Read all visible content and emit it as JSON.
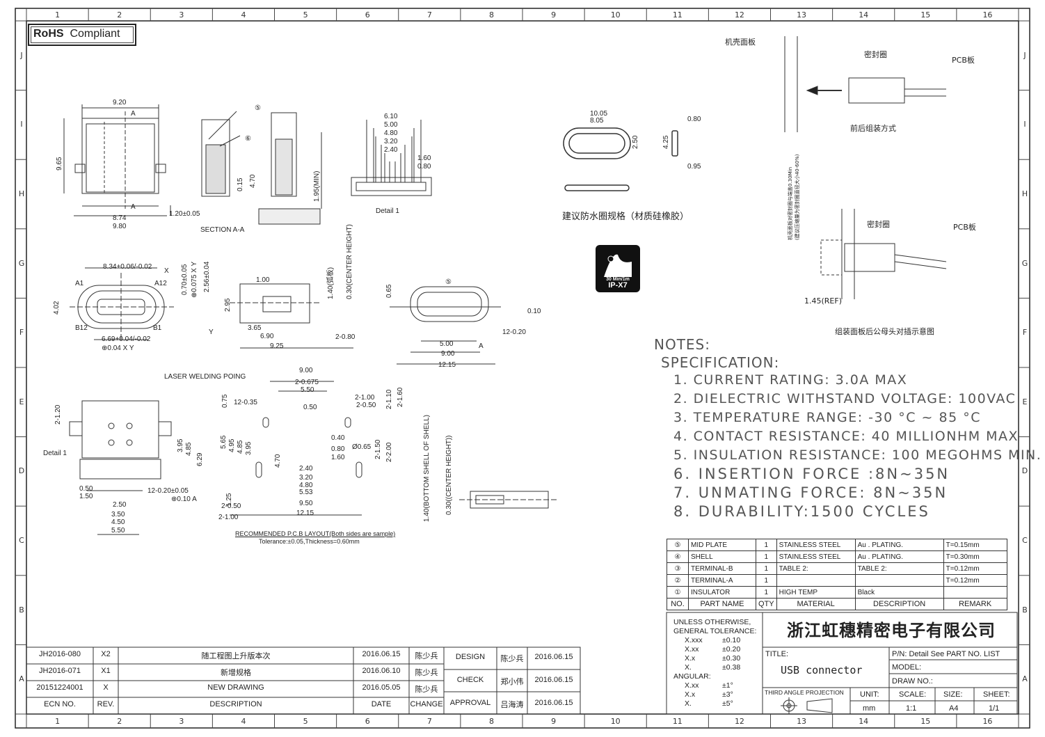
{
  "rohs": {
    "bold": "RoHS",
    "rest": "Compliant"
  },
  "zones": {
    "cols": [
      "1",
      "2",
      "3",
      "4",
      "5",
      "6",
      "7",
      "8",
      "9",
      "10",
      "11",
      "12",
      "13",
      "14",
      "15",
      "16"
    ],
    "rows": [
      "J",
      "I",
      "H",
      "G",
      "F",
      "E",
      "D",
      "C",
      "B",
      "A"
    ]
  },
  "top_views": {
    "dims": [
      "9.20",
      "A",
      "A",
      "9.65",
      "8.74",
      "9.80",
      "1.20±0.05",
      "SECTION A-A",
      "⑤",
      "⑥",
      "0.15",
      "4.70",
      "1.95(MIN)",
      "6.10",
      "5.00",
      "4.80",
      "3.20",
      "2.40",
      "1.60",
      "0.80",
      "Detail 1"
    ]
  },
  "mid_views": {
    "dims": [
      "8.34+0.06/-0.02",
      "X",
      "0.70±0.05",
      "⊕0.075 X Y",
      "2.56±0.04",
      "A1",
      "A12",
      "B12",
      "B1",
      "4.02",
      "6.69+0.04/-0.02",
      "⊕0.04 X Y",
      "Y",
      "1.00",
      "2.95",
      "3.65",
      "6.90",
      "9.25",
      "2-0.80",
      "1.40(弧板)",
      "0.30(CENTER HEIGHT)",
      "0.65",
      "⑤",
      "0.10",
      "12-0.20",
      "5.00",
      "9.00",
      "12.15",
      "A"
    ]
  },
  "bottom_views": {
    "dims": [
      "LASER WELDING POING",
      "2-1.20",
      "Detail 1",
      "3.95",
      "4.85",
      "6.29",
      "0.50",
      "1.50",
      "2.50",
      "3.50",
      "4.50",
      "5.50",
      "12-0.20±0.05",
      "⊕0.10 A",
      "9.00",
      "2-0.675",
      "5.50",
      "0.50",
      "12-0.35",
      "2-1.00",
      "2-0.50",
      "2-1.10",
      "2-1.60",
      "0.40",
      "0.80",
      "Ø0.65",
      "1.60",
      "2-1.50",
      "2-2.00",
      "0.75",
      "5.65",
      "4.95",
      "4.85",
      "3.95",
      "4.70",
      "2.40",
      "3.20",
      "4.80",
      "5.53",
      "9.50",
      "12.15",
      "1.25",
      "2-0.50",
      "2-1.00",
      "1.40(BOTTOM SHELL OF SHELL)",
      "0.30((CENTER HEIGHT))"
    ],
    "pcb_title": "RECOMMENDED P.C.B LAYOUT(Both sides are sample)",
    "pcb_tol": "Tolerance:±0.05,Thickness=0.60mm"
  },
  "gasket": {
    "dims": [
      "10.05",
      "8.05",
      "2.50",
      "4.25",
      "0.80",
      "0.95"
    ],
    "caption": "建议防水圈规格（材质硅橡胶）"
  },
  "ip_badge": {
    "spec": "30 Min/1m",
    "rating": "IP-X7"
  },
  "assembly": {
    "labels": [
      "机壳面板",
      "密封圈",
      "PCB板",
      "前后组装方式",
      "机壳面板对密封圈与端盖0.30Min",
      "(建议压缩量为密封圈直径大小40-60%)",
      "密封圈",
      "PCB板",
      "1.45(REF)",
      "组装面板后公母头对插示意图"
    ]
  },
  "notes": {
    "title": "NOTES:",
    "spec": "SPECIFICATION:",
    "items": [
      "1. CURRENT RATING: 3.0A MAX",
      "2. DIELECTRIC WITHSTAND VOLTAGE: 100VAC",
      "3. TEMPERATURE RANGE: -30 °C ~ 85 °C",
      "4. CONTACT RESISTANCE: 40 MILLIONHM MAX",
      "5. INSULATION RESISTANCE: 100 MEGOHMS MIN."
    ],
    "items_big": [
      "6. INSERTION FORCE :8N~35N",
      "7. UNMATING FORCE: 8N~35N",
      "8. DURABILITY:1500 CYCLES"
    ]
  },
  "bom": {
    "rows": [
      {
        "no": "⑤",
        "name": "MID PLATE",
        "qty": "1",
        "material": "STAINLESS STEEL",
        "desc": "Au . PLATING.",
        "remark": "T=0.15mm"
      },
      {
        "no": "④",
        "name": "SHELL",
        "qty": "1",
        "material": "STAINLESS STEEL",
        "desc": "Au . PLATING.",
        "remark": "T=0.30mm"
      },
      {
        "no": "③",
        "name": "TERMINAL-B",
        "qty": "1",
        "material": "TABLE 2:",
        "desc": "TABLE 2:",
        "remark": "T=0.12mm"
      },
      {
        "no": "②",
        "name": "TERMINAL-A",
        "qty": "1",
        "material": "",
        "desc": "",
        "remark": "T=0.12mm"
      },
      {
        "no": "①",
        "name": "INSULATOR",
        "qty": "1",
        "material": "HIGH TEMP",
        "desc": "Black",
        "remark": ""
      }
    ],
    "header": {
      "no": "NO.",
      "name": "PART NAME",
      "qty": "QTY",
      "material": "MATERIAL",
      "desc": "DESCRIPTION",
      "remark": "REMARK"
    }
  },
  "tolerance": {
    "title1": "UNLESS OTHERWISE,",
    "title2": "GENERAL TOLERANCE:",
    "lines": [
      {
        "k": "X.xxx",
        "v": "±0.10"
      },
      {
        "k": "X.xx",
        "v": "±0.20"
      },
      {
        "k": "X.x",
        "v": "±0.30"
      },
      {
        "k": "X.",
        "v": "±0.38"
      }
    ],
    "angular": "ANGULAR:",
    "ang_lines": [
      {
        "k": "X.xx",
        "v": "±1°"
      },
      {
        "k": "X.x",
        "v": "±3°"
      },
      {
        "k": "X.",
        "v": "±5°"
      }
    ]
  },
  "title_block": {
    "company": "浙江虹穗精密电子有限公司",
    "title_label": "TITLE:",
    "title_value": "USB connector",
    "pn": "P/N: Detail See PART NO. LIST",
    "model": "MODEL:",
    "draw_no": "DRAW NO.:",
    "projection": "THIRD ANGLE PROJECTION",
    "unit_label": "UNIT:",
    "unit": "mm",
    "scale_label": "SCALE:",
    "scale": "1:1",
    "size_label": "SIZE:",
    "size": "A4",
    "sheet_label": "SHEET:",
    "sheet": "1/1"
  },
  "revisions": {
    "rows": [
      {
        "ecn": "JH2016-080",
        "rev": "X2",
        "desc": "随工程图上升版本次",
        "date": "2016.06.15",
        "change": "陈少兵"
      },
      {
        "ecn": "JH2016-071",
        "rev": "X1",
        "desc": "新增规格",
        "date": "2016.06.10",
        "change": "陈少兵"
      },
      {
        "ecn": "20151224001",
        "rev": "X",
        "desc": "NEW DRAWING",
        "date": "2016.05.05",
        "change": "陈少兵"
      }
    ],
    "header": {
      "ecn": "ECN NO.",
      "rev": "REV.",
      "desc": "DESCRIPTION",
      "date": "DATE",
      "change": "CHANGE"
    }
  },
  "approvals": [
    {
      "role": "DESIGN",
      "name": "陈少兵",
      "date": "2016.06.15"
    },
    {
      "role": "CHECK",
      "name": "郑小伟",
      "date": "2016.06.15"
    },
    {
      "role": "APPROVAL",
      "name": "吕海涛",
      "date": "2016.06.15"
    }
  ]
}
